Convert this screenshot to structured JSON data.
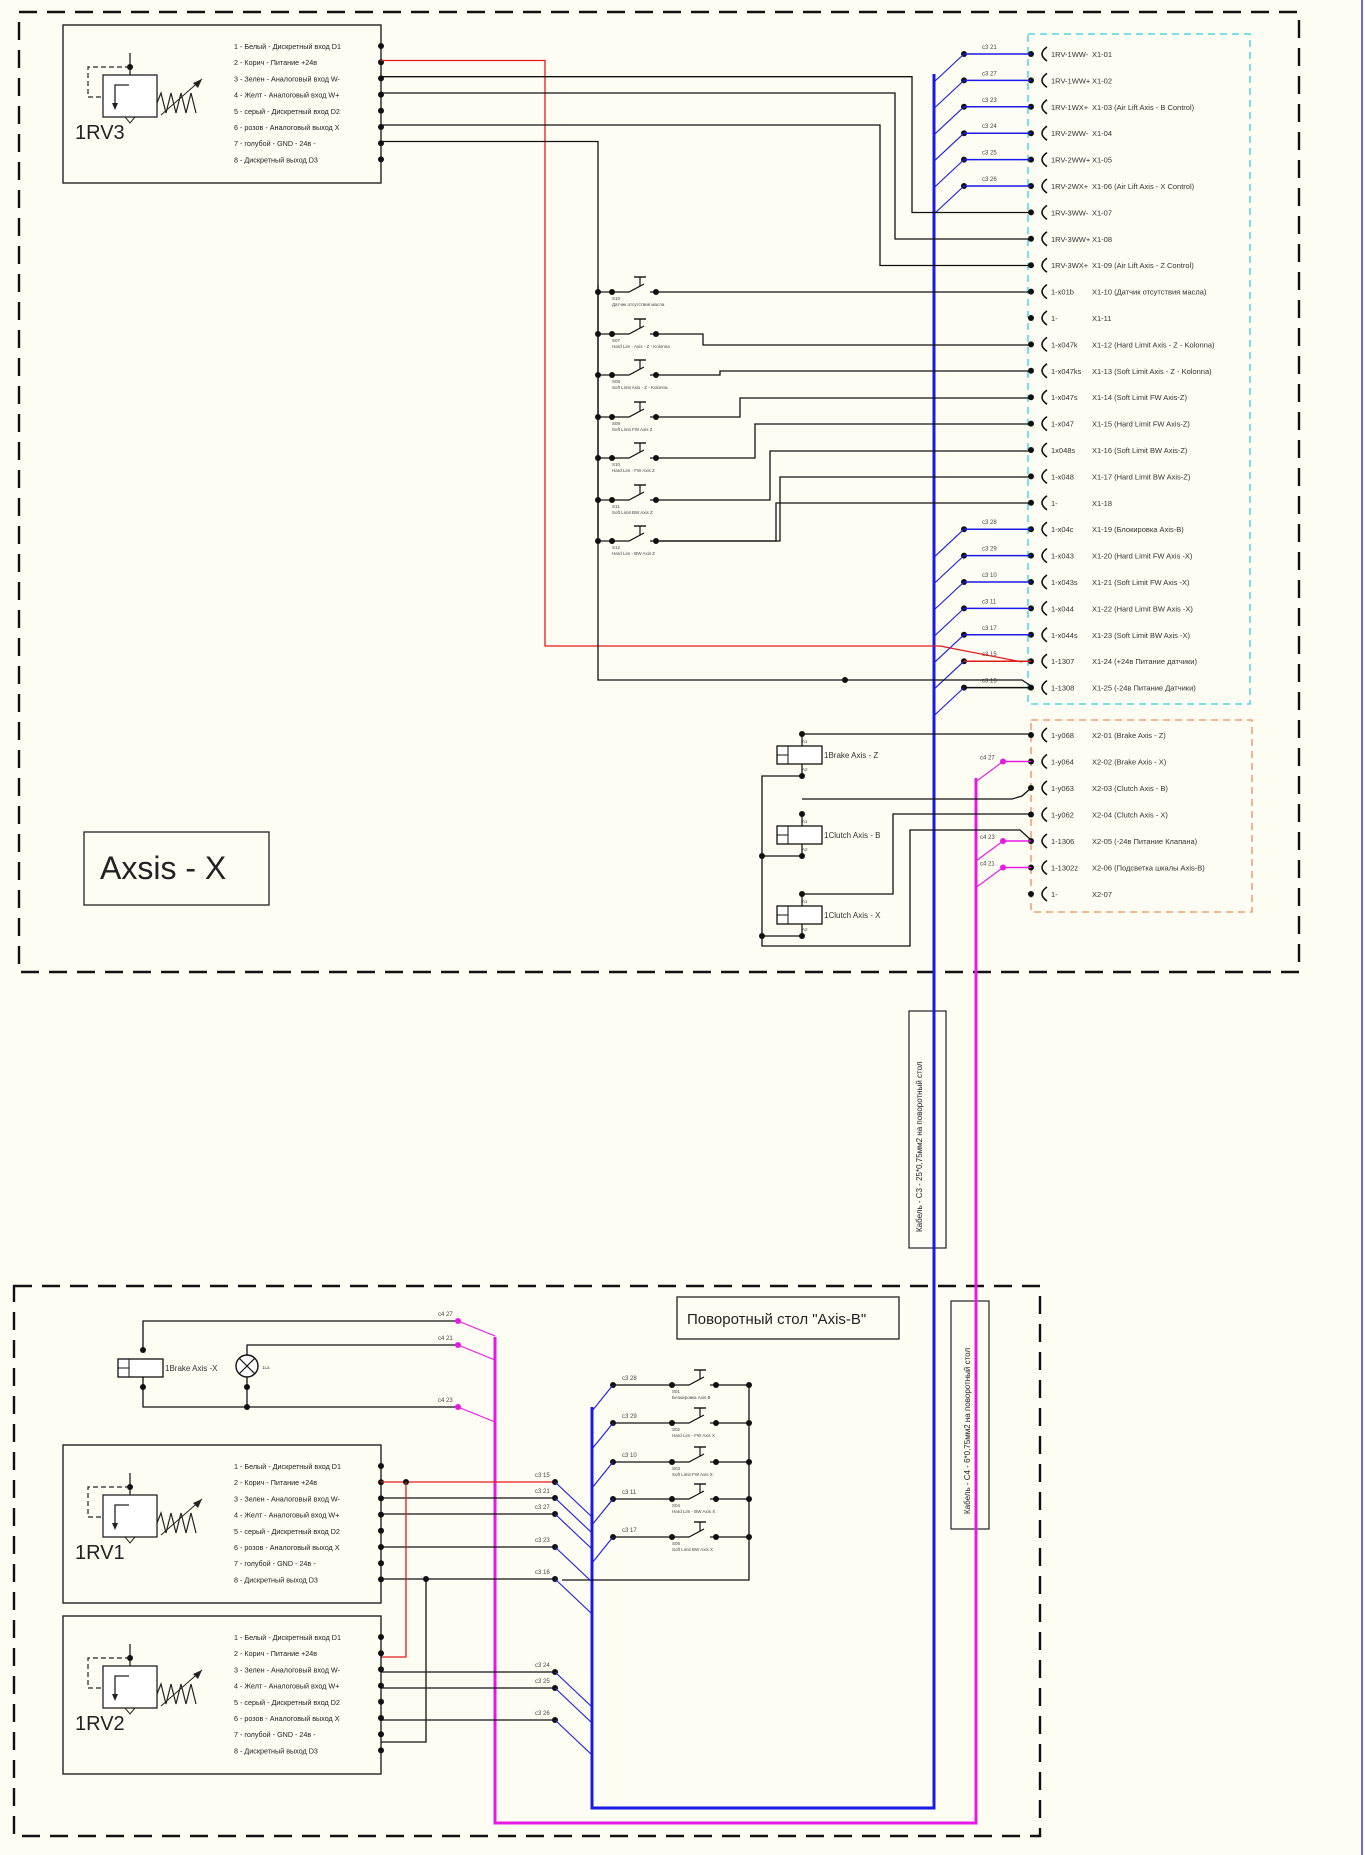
{
  "diagram": {
    "colors": {
      "background": "#fdfdf3",
      "wire_black": "#111111",
      "wire_red": "#e21b1b",
      "wire_blue": "#1a1ae6",
      "wire_magenta": "#e619e6",
      "x1_frame": "#30d0e0",
      "x2_frame": "#f08a5d",
      "frame_dash": "#111111"
    },
    "axis_x": {
      "title": "Axsis - X",
      "valve": {
        "name": "1RV3",
        "pins": [
          "1 - Белый - Дискретный вход D1",
          "2 - Корич - Питание +24в",
          "3 - Зелен - Аналоговый вход W-",
          "4 - Желт - Аналоговый вход W+",
          "5 - серый - Дискретный вход D2",
          "6 - розов - Аналоговый выход X",
          "7 - голубой - GND - 24в -",
          "8 - Дискретный выход D3"
        ]
      },
      "x1_terminals": [
        {
          "id": "1RV-1WW-",
          "label": "X1-01",
          "cable": "c3 21",
          "wire": "blue"
        },
        {
          "id": "1RV-1WW+",
          "label": "X1-02",
          "cable": "c3 27",
          "wire": "blue"
        },
        {
          "id": "1RV-1WX+",
          "label": "X1-03  (Air Lift Axis - B Control)",
          "cable": "c3 23",
          "wire": "blue"
        },
        {
          "id": "1RV-2WW-",
          "label": "X1-04",
          "cable": "c3 24",
          "wire": "blue"
        },
        {
          "id": "1RV-2WW+",
          "label": "X1-05",
          "cable": "c3 25",
          "wire": "blue"
        },
        {
          "id": "1RV-2WX+",
          "label": "X1-06 (Air Lift Axis - X Control)",
          "cable": "c3 26",
          "wire": "blue"
        },
        {
          "id": "1RV-3WW-",
          "label": "X1-07",
          "cable": "",
          "wire": "black"
        },
        {
          "id": "1RV-3WW+",
          "label": "X1-08",
          "cable": "",
          "wire": "black"
        },
        {
          "id": "1RV-3WX+",
          "label": "X1-09 (Air Lift Axis - Z Control)",
          "cable": "",
          "wire": "black"
        },
        {
          "id": "1-x01b",
          "label": "X1-10  (Датчик отсутствия масла)",
          "cable": "",
          "wire": "black"
        },
        {
          "id": "1-",
          "label": "X1-11",
          "cable": "",
          "wire": "none"
        },
        {
          "id": "1-x047k",
          "label": "X1-12 (Hard Limit Axis - Z - Kolonna)",
          "cable": "",
          "wire": "black"
        },
        {
          "id": "1-x047ks",
          "label": "X1-13 (Soft Limit Axis - Z - Kolonna)",
          "cable": "",
          "wire": "black"
        },
        {
          "id": "1-x047s",
          "label": "X1-14 (Soft Limit FW Axis-Z)",
          "cable": "",
          "wire": "black"
        },
        {
          "id": "1-x047",
          "label": "X1-15 (Hard Limit FW Axis-Z)",
          "cable": "",
          "wire": "black"
        },
        {
          "id": "1x048s",
          "label": "X1-16 (Soft Limit BW Axis-Z)",
          "cable": "",
          "wire": "black"
        },
        {
          "id": "1-x048",
          "label": "X1-17 (Hard Limit BW Axis-Z)",
          "cable": "",
          "wire": "black"
        },
        {
          "id": "1-",
          "label": "X1-18",
          "cable": "",
          "wire": "none"
        },
        {
          "id": "1-x04c",
          "label": "X1-19 (Блокировка Axis-B)",
          "cable": "c3 28",
          "wire": "blue"
        },
        {
          "id": "1-x043",
          "label": "X1-20 (Hard Limit FW Axis -X)",
          "cable": "c3 29",
          "wire": "blue"
        },
        {
          "id": "1-x043s",
          "label": "X1-21 (Soft Limit FW Axis -X)",
          "cable": "c3 10",
          "wire": "blue"
        },
        {
          "id": "1-x044",
          "label": "X1-22 (Hard Limit BW Axis -X)",
          "cable": "c3 11",
          "wire": "blue"
        },
        {
          "id": "1-x044s",
          "label": "X1-23 (Soft Limit BW Axis -X)",
          "cable": "c3 17",
          "wire": "blue"
        },
        {
          "id": "1-1307",
          "label": "X1-24  (+24в Питание датчики)",
          "cable": "c3 15",
          "wire": "red"
        },
        {
          "id": "1-1308",
          "label": "X1-25 (-24в Питание Датчики)",
          "cable": "c3 16",
          "wire": "black"
        }
      ],
      "x2_terminals": [
        {
          "id": "1-y068",
          "label": "X2-01 (Brake Axis - Z)",
          "cable": ""
        },
        {
          "id": "1-y064",
          "label": "X2-02 (Brake Axis - X)",
          "cable": "c4 27"
        },
        {
          "id": "1-y063",
          "label": "X2-03 (Clutch Axis - B)",
          "cable": ""
        },
        {
          "id": "1-y062",
          "label": "X2-04 (Clutch Axis - X)",
          "cable": ""
        },
        {
          "id": "1-1306",
          "label": "X2-05 (-24в Питание Клапана)",
          "cable": "c4 23"
        },
        {
          "id": "1-1302z",
          "label": "X2-06 (Подсветка шкалы Axis-B)",
          "cable": "c4 21"
        },
        {
          "id": "1-",
          "label": "X2-07",
          "cable": ""
        }
      ],
      "switches": [
        {
          "tag": "S10",
          "label": "Датчик отсутствия масла"
        },
        {
          "tag": "S07",
          "label": "Hard Lim - Axis - Z - Kolonna"
        },
        {
          "tag": "S08",
          "label": "Soft Limit Axis - Z - Kolonna"
        },
        {
          "tag": "S09",
          "label": "Soft Limit FW Axis Z"
        },
        {
          "tag": "S10",
          "label": "Hard Lim - FW Axis Z"
        },
        {
          "tag": "S11",
          "label": "Soft Limit BW Axis Z"
        },
        {
          "tag": "S12",
          "label": "Hard Lim - BW Axis Z"
        }
      ],
      "coils": [
        {
          "label": "1Brake Axis - Z"
        },
        {
          "label": "1Clutch Axis - B"
        },
        {
          "label": "1Clutch Axis - X"
        }
      ],
      "coil_pin_top": "A1",
      "coil_pin_bottom": "A2"
    },
    "cables": {
      "c3": "Кабель - C3 - 25*0,75мм2 на поворотный стол",
      "c4": "Кабель - C4 - 6*0,75мм2 на поворотный стол"
    },
    "axis_b": {
      "title": "Поворотный стол \"Axis-B\"",
      "brake": {
        "label": "1Brake Axis -X",
        "lamp_label": "1La"
      },
      "brake_cables": [
        "c4 27",
        "c4 21",
        "c4 23"
      ],
      "switches": [
        {
          "tag": "S01",
          "label": "Блокировка Axis B",
          "cable": "c3 28"
        },
        {
          "tag": "S02",
          "label": "Hard Lim - FW Axis X",
          "cable": "c3 29"
        },
        {
          "tag": "S03",
          "label": "Soft Limit FW Axis X",
          "cable": "c3 10"
        },
        {
          "tag": "S04",
          "label": "Hard Lim - BW Axis X",
          "cable": "c3 11"
        },
        {
          "tag": "S05",
          "label": "Soft Limit BW Axis X",
          "cable": "c3 17"
        }
      ],
      "valve1": {
        "name": "1RV1",
        "cables": [
          "c3 15",
          "c3 21",
          "c3 27",
          "c3 23",
          "c3 16"
        ],
        "pins": [
          "1 - Белый - Дискретный вход D1",
          "2 - Корич - Питание +24в",
          "3 - Зелен - Аналоговый вход W-",
          "4 - Желт - Аналоговый вход W+",
          "5 - серый - Дискретный вход D2",
          "6 - розов - Аналоговый выход X",
          "7 - голубой - GND - 24в -",
          "8 - Дискретный выход D3"
        ]
      },
      "valve2": {
        "name": "1RV2",
        "cables": [
          "c3 24",
          "c3 25",
          "c3 26"
        ],
        "pins": [
          "1 - Белый - Дискретный вход D1",
          "2 - Корич - Питание +24в",
          "3 - Зелен - Аналоговый вход W-",
          "4 - Желт - Аналоговый вход W+",
          "5 - серый - Дискретный вход D2",
          "6 - розов - Аналоговый выход X",
          "7 - голубой - GND - 24в -",
          "8 - Дискретный выход D3"
        ]
      }
    }
  }
}
